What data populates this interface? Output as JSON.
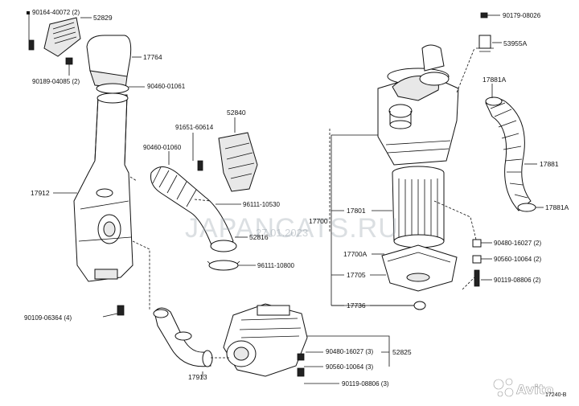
{
  "diagram_id": "17240-B",
  "watermark": "JAPANCATS.RU",
  "watermark_date": "27.01.2023",
  "logo_text": "Avito",
  "labels": [
    "90164-40072 (2)",
    "52829",
    "17764",
    "90189-04085 (2)",
    "90460-01061",
    "52840",
    "91651-60614",
    "90460-01060",
    "17912",
    "96111-10530",
    "52816",
    "96111-10800",
    "90109-06364 (4)",
    "17913",
    "90480-16027 (3)",
    "52825",
    "90560-10064 (3)",
    "90119-08806 (3)",
    "17700",
    "17801",
    "17700A",
    "17705",
    "17736",
    "90179-08026",
    "53955A",
    "17881A",
    "17881",
    "17881A",
    "90480-16027 (2)",
    "90560-10064 (2)",
    "90119-08806 (2)"
  ]
}
